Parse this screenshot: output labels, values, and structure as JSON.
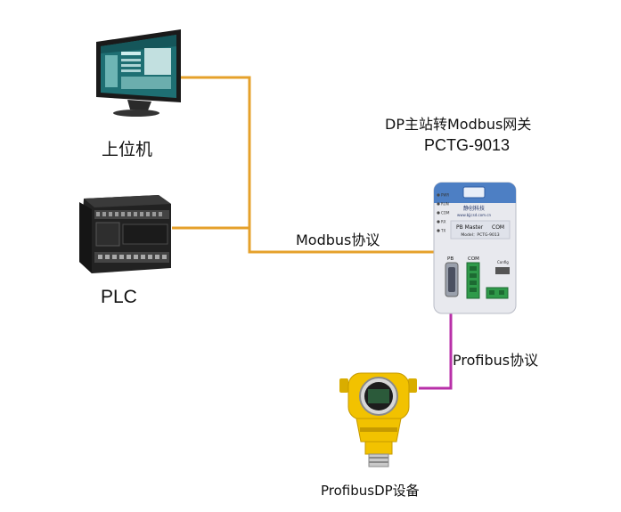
{
  "colors": {
    "modbus_line": "#E5A12B",
    "profibus_line": "#B82FA8",
    "device_body": "#E8E9EE",
    "device_accent": "#4D7FC4",
    "transmitter_yellow": "#F2C200"
  },
  "labels": {
    "pc": "上位机",
    "plc": "PLC",
    "gateway_title": "DP主站转Modbus网关",
    "gateway_model": "PCTG-9013",
    "modbus_protocol": "Modbus协议",
    "profibus_protocol": "Profibus协议",
    "dp_device": "ProfibusDP设备"
  },
  "gateway_panel": {
    "brand": "静创科技",
    "website": "www.bjjcsd.com.cn",
    "product": "PB Master",
    "product_suffix": "COM",
    "model": "Model：PCTG-9013",
    "leds": [
      "PWR",
      "RUN",
      "COM",
      "RX",
      "TX"
    ],
    "port_pb": "PB",
    "port_com": "COM",
    "port_config": "Config"
  }
}
